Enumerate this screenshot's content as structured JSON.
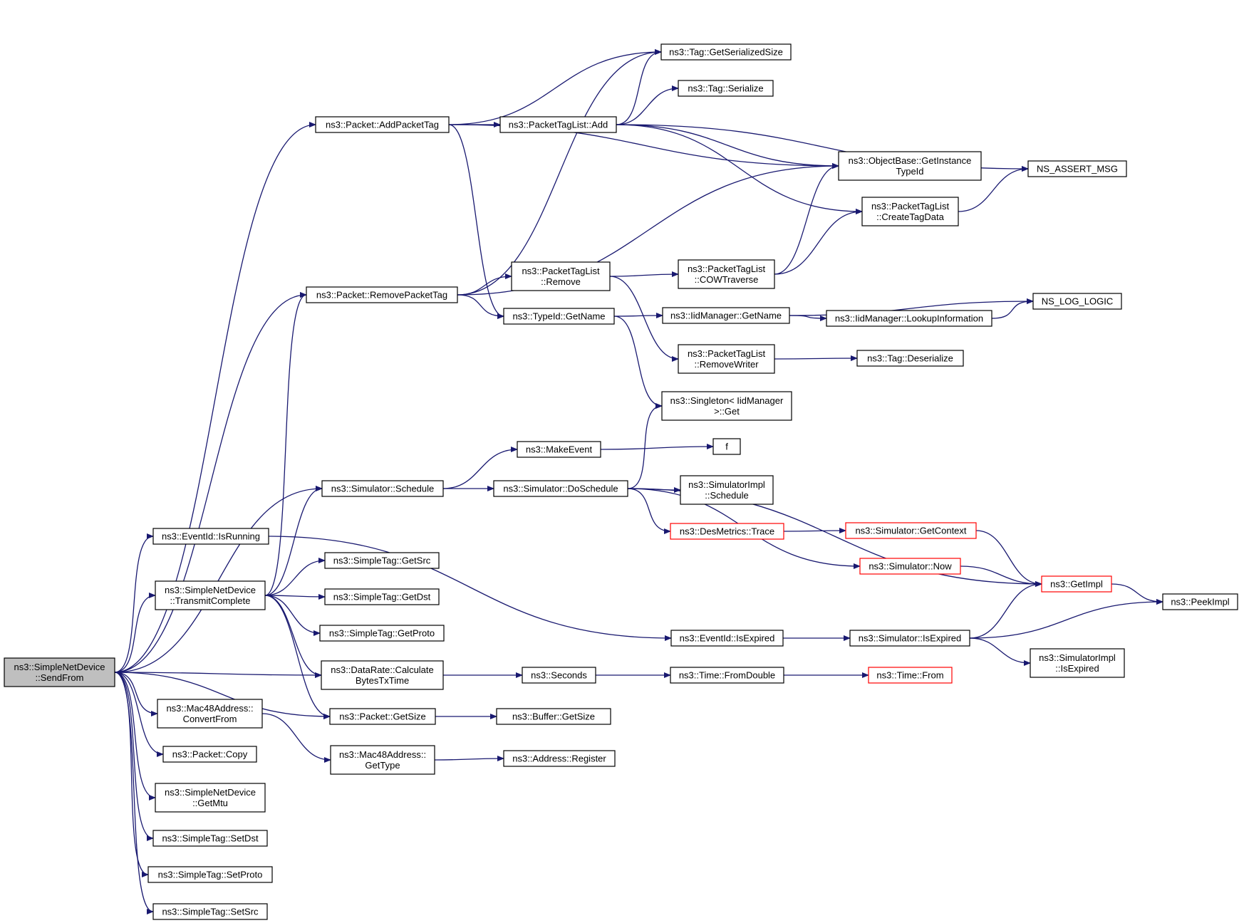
{
  "colors": {
    "edge": "#191970",
    "node_border": "#000000",
    "node_fill": "#ffffff",
    "root_fill": "#bfbfbf",
    "truncated_border": "#ff0000"
  },
  "nodes": {
    "sendfrom": {
      "lines": [
        "ns3::SimpleNetDevice",
        "::SendFrom"
      ],
      "style": "root"
    },
    "addpackettag": {
      "lines": [
        "ns3::Packet::AddPacketTag"
      ]
    },
    "removepackettag": {
      "lines": [
        "ns3::Packet::RemovePacketTag"
      ]
    },
    "schedule": {
      "lines": [
        "ns3::Simulator::Schedule"
      ]
    },
    "isrunning": {
      "lines": [
        "ns3::EventId::IsRunning"
      ]
    },
    "transmitcomplete": {
      "lines": [
        "ns3::SimpleNetDevice",
        "::TransmitComplete"
      ]
    },
    "mac48convert": {
      "lines": [
        "ns3::Mac48Address::",
        "ConvertFrom"
      ]
    },
    "packetcopy": {
      "lines": [
        "ns3::Packet::Copy"
      ]
    },
    "getmtu": {
      "lines": [
        "ns3::SimpleNetDevice",
        "::GetMtu"
      ]
    },
    "setdst": {
      "lines": [
        "ns3::SimpleTag::SetDst"
      ]
    },
    "setproto": {
      "lines": [
        "ns3::SimpleTag::SetProto"
      ]
    },
    "setsrc": {
      "lines": [
        "ns3::SimpleTag::SetSrc"
      ]
    },
    "getsrc": {
      "lines": [
        "ns3::SimpleTag::GetSrc"
      ]
    },
    "getdst": {
      "lines": [
        "ns3::SimpleTag::GetDst"
      ]
    },
    "getproto": {
      "lines": [
        "ns3::SimpleTag::GetProto"
      ]
    },
    "calculate": {
      "lines": [
        "ns3::DataRate::Calculate",
        "BytesTxTime"
      ]
    },
    "packetgetsize": {
      "lines": [
        "ns3::Packet::GetSize"
      ]
    },
    "mac48gettype": {
      "lines": [
        "ns3::Mac48Address::",
        "GetType"
      ]
    },
    "tagserializedsize": {
      "lines": [
        "ns3::Tag::GetSerializedSize"
      ]
    },
    "tagserialize": {
      "lines": [
        "ns3::Tag::Serialize"
      ]
    },
    "ptladd": {
      "lines": [
        "ns3::PacketTagList::Add"
      ]
    },
    "ptlremove": {
      "lines": [
        "ns3::PacketTagList",
        "::Remove"
      ]
    },
    "typeidgetname": {
      "lines": [
        "ns3::TypeId::GetName"
      ]
    },
    "makeevent": {
      "lines": [
        "ns3::MakeEvent"
      ]
    },
    "doschedule": {
      "lines": [
        "ns3::Simulator::DoSchedule"
      ]
    },
    "seconds": {
      "lines": [
        "ns3::Seconds"
      ]
    },
    "buffergetsize": {
      "lines": [
        "ns3::Buffer::GetSize"
      ]
    },
    "addressregister": {
      "lines": [
        "ns3::Address::Register"
      ]
    },
    "objectbase": {
      "lines": [
        "ns3::ObjectBase::GetInstance",
        "TypeId"
      ]
    },
    "createtagdata": {
      "lines": [
        "ns3::PacketTagList",
        "::CreateTagData"
      ]
    },
    "cowtraverse": {
      "lines": [
        "ns3::PacketTagList",
        "::COWTraverse"
      ]
    },
    "iidgetname": {
      "lines": [
        "ns3::IidManager::GetName"
      ]
    },
    "removewriter": {
      "lines": [
        "ns3::PacketTagList",
        "::RemoveWriter"
      ]
    },
    "singleton": {
      "lines": [
        "ns3::Singleton< IidManager",
        ">::Get"
      ]
    },
    "f": {
      "lines": [
        "f"
      ]
    },
    "implschedule": {
      "lines": [
        "ns3::SimulatorImpl",
        "::Schedule"
      ]
    },
    "desmetrics": {
      "lines": [
        "ns3::DesMetrics::Trace"
      ],
      "style": "truncated"
    },
    "isexpired": {
      "lines": [
        "ns3::EventId::IsExpired"
      ]
    },
    "fromdouble": {
      "lines": [
        "ns3::Time::FromDouble"
      ]
    },
    "nsassert": {
      "lines": [
        "NS_ASSERT_MSG"
      ]
    },
    "nslog": {
      "lines": [
        "NS_LOG_LOGIC"
      ]
    },
    "lookup": {
      "lines": [
        "ns3::IidManager::LookupInformation"
      ]
    },
    "tagdeserialize": {
      "lines": [
        "ns3::Tag::Deserialize"
      ]
    },
    "getcontext": {
      "lines": [
        "ns3::Simulator::GetContext"
      ],
      "style": "truncated"
    },
    "simnow": {
      "lines": [
        "ns3::Simulator::Now"
      ],
      "style": "truncated"
    },
    "simisexpired": {
      "lines": [
        "ns3::Simulator::IsExpired"
      ]
    },
    "timefrom": {
      "lines": [
        "ns3::Time::From"
      ],
      "style": "truncated"
    },
    "getimpl": {
      "lines": [
        "ns3::GetImpl"
      ],
      "style": "truncated"
    },
    "implisexpired": {
      "lines": [
        "ns3::SimulatorImpl",
        "::IsExpired"
      ]
    },
    "peekimpl": {
      "lines": [
        "ns3::PeekImpl"
      ]
    }
  },
  "edges": [
    [
      "sendfrom",
      "addpackettag"
    ],
    [
      "sendfrom",
      "removepackettag"
    ],
    [
      "sendfrom",
      "schedule"
    ],
    [
      "sendfrom",
      "isrunning"
    ],
    [
      "sendfrom",
      "transmitcomplete"
    ],
    [
      "sendfrom",
      "calculate"
    ],
    [
      "sendfrom",
      "packetgetsize"
    ],
    [
      "sendfrom",
      "mac48convert"
    ],
    [
      "sendfrom",
      "packetcopy"
    ],
    [
      "sendfrom",
      "getmtu"
    ],
    [
      "sendfrom",
      "setdst"
    ],
    [
      "sendfrom",
      "setproto"
    ],
    [
      "sendfrom",
      "setsrc"
    ],
    [
      "addpackettag",
      "tagserializedsize"
    ],
    [
      "addpackettag",
      "objectbase"
    ],
    [
      "addpackettag",
      "ptladd"
    ],
    [
      "addpackettag",
      "typeidgetname"
    ],
    [
      "removepackettag",
      "tagserializedsize"
    ],
    [
      "removepackettag",
      "objectbase"
    ],
    [
      "removepackettag",
      "ptlremove"
    ],
    [
      "removepackettag",
      "typeidgetname"
    ],
    [
      "ptladd",
      "tagserializedsize"
    ],
    [
      "ptladd",
      "tagserialize"
    ],
    [
      "ptladd",
      "nsassert"
    ],
    [
      "ptladd",
      "objectbase"
    ],
    [
      "ptladd",
      "createtagdata"
    ],
    [
      "ptlremove",
      "cowtraverse"
    ],
    [
      "ptlremove",
      "removewriter"
    ],
    [
      "cowtraverse",
      "objectbase"
    ],
    [
      "cowtraverse",
      "createtagdata"
    ],
    [
      "createtagdata",
      "nsassert"
    ],
    [
      "typeidgetname",
      "iidgetname"
    ],
    [
      "typeidgetname",
      "singleton"
    ],
    [
      "iidgetname",
      "nslog"
    ],
    [
      "iidgetname",
      "lookup"
    ],
    [
      "lookup",
      "nslog"
    ],
    [
      "removewriter",
      "tagdeserialize"
    ],
    [
      "schedule",
      "makeevent"
    ],
    [
      "schedule",
      "doschedule"
    ],
    [
      "makeevent",
      "f"
    ],
    [
      "doschedule",
      "singleton"
    ],
    [
      "doschedule",
      "implschedule"
    ],
    [
      "doschedule",
      "desmetrics"
    ],
    [
      "doschedule",
      "simnow"
    ],
    [
      "doschedule",
      "getimpl"
    ],
    [
      "desmetrics",
      "getcontext"
    ],
    [
      "getcontext",
      "getimpl"
    ],
    [
      "simnow",
      "getimpl"
    ],
    [
      "getimpl",
      "peekimpl"
    ],
    [
      "isrunning",
      "isexpired"
    ],
    [
      "isexpired",
      "simisexpired"
    ],
    [
      "simisexpired",
      "getimpl"
    ],
    [
      "simisexpired",
      "peekimpl"
    ],
    [
      "simisexpired",
      "implisexpired"
    ],
    [
      "transmitcomplete",
      "removepackettag"
    ],
    [
      "transmitcomplete",
      "schedule"
    ],
    [
      "transmitcomplete",
      "getsrc"
    ],
    [
      "transmitcomplete",
      "getdst"
    ],
    [
      "transmitcomplete",
      "getproto"
    ],
    [
      "transmitcomplete",
      "calculate"
    ],
    [
      "transmitcomplete",
      "packetgetsize"
    ],
    [
      "calculate",
      "seconds"
    ],
    [
      "seconds",
      "fromdouble"
    ],
    [
      "fromdouble",
      "timefrom"
    ],
    [
      "packetgetsize",
      "buffergetsize"
    ],
    [
      "mac48convert",
      "mac48gettype"
    ],
    [
      "mac48gettype",
      "addressregister"
    ]
  ]
}
